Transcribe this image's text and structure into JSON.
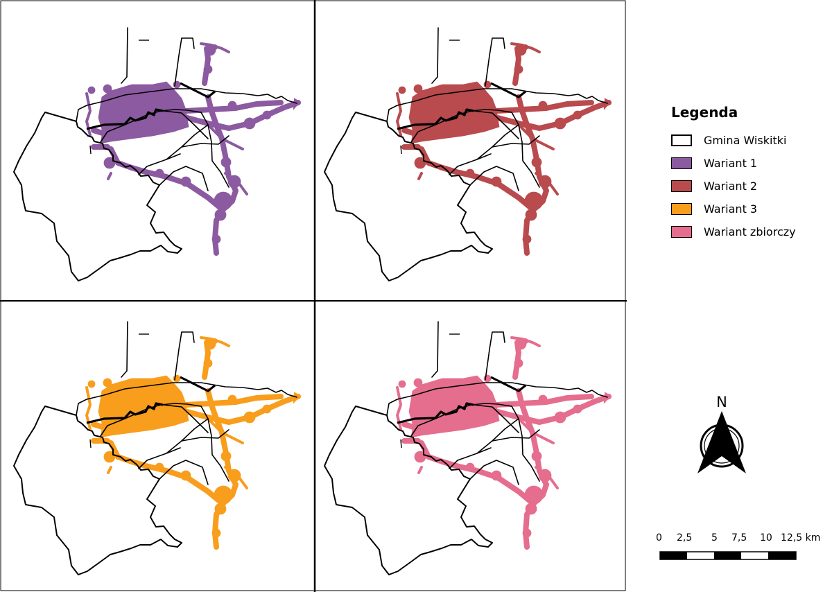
{
  "legend": {
    "title": "Legenda",
    "items": [
      {
        "label": "Gmina Wiskitki",
        "color": "#ffffff",
        "icon": "outline-swatch"
      },
      {
        "label": "Wariant 1",
        "color": "#8c5aa0"
      },
      {
        "label": "Wariant 2",
        "color": "#b94a4e"
      },
      {
        "label": "Wariant 3",
        "color": "#f89d1c"
      },
      {
        "label": "Wariant zbiorczy",
        "color": "#e56d8e"
      }
    ]
  },
  "north_arrow": {
    "label": "N",
    "icon": "north-arrow-icon"
  },
  "scale_bar": {
    "ticks": [
      "0",
      "2,5",
      "5",
      "7,5",
      "10",
      "12,5 km"
    ]
  },
  "panels": [
    {
      "name": "wariant-1-map",
      "fill": "#8c5aa0"
    },
    {
      "name": "wariant-2-map",
      "fill": "#b94a4e"
    },
    {
      "name": "wariant-3-map",
      "fill": "#f89d1c"
    },
    {
      "name": "wariant-zbiorczy-map",
      "fill": "#e56d8e"
    }
  ]
}
